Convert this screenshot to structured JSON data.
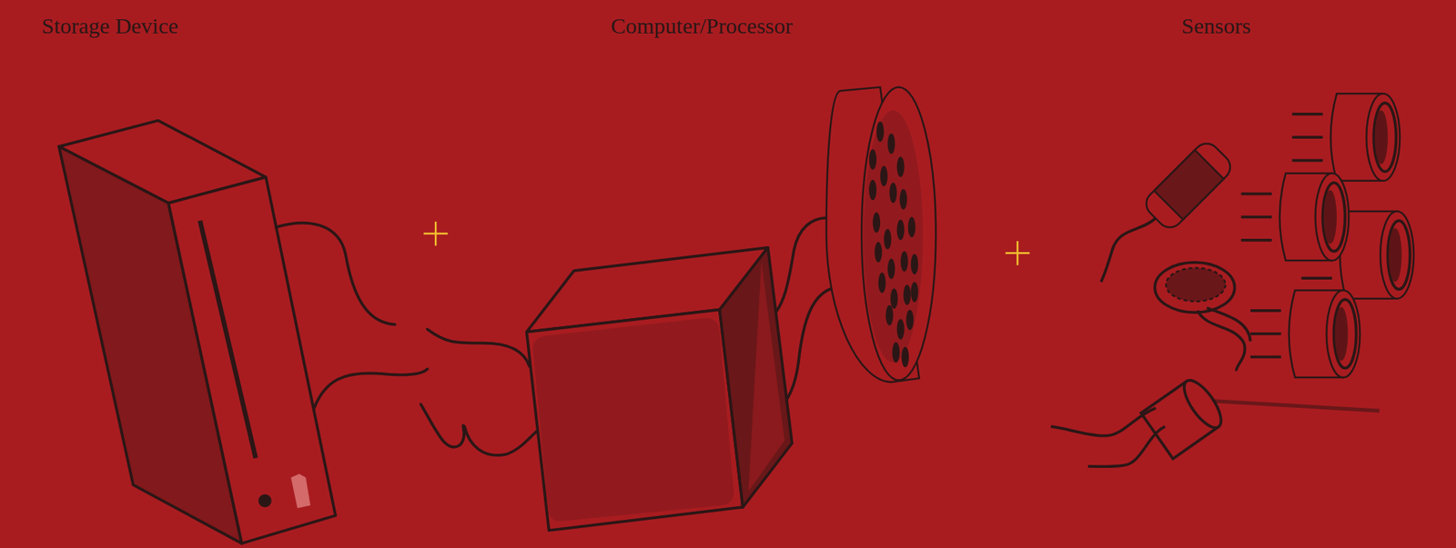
{
  "diagram": {
    "labels": [
      "Storage Device",
      "Computer/Processor",
      "Sensors"
    ]
  }
}
